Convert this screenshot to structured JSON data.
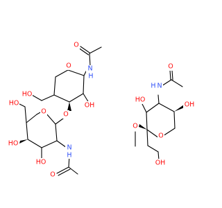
{
  "colors": {
    "O": "#ff0d0d",
    "N": "#3050f8",
    "C": "#000000"
  },
  "molecules": [
    {
      "name": "disaccharide",
      "labels": {
        "top_carbonyl_O": "O",
        "top_amide_N": "N",
        "top_amide_H": "H",
        "ring1_O": "O",
        "ring1_CH2OH": "HO",
        "ring1_OH": "OH",
        "glycosidic_O": "O",
        "ring2_O": "O",
        "ring2_CH2OH": "HO",
        "ring2_HO_left": "HO",
        "ring2_HO_bottom": "HO",
        "bottom_amide_N": "N",
        "bottom_amide_H": "H",
        "bottom_carbonyl_O": "O"
      }
    },
    {
      "name": "monosaccharide",
      "labels": {
        "carbonyl_O": "O",
        "amide_N": "N",
        "amide_H": "H",
        "HO_left": "HO",
        "OH_right": "OH",
        "methoxy_O": "O",
        "ring_O": "O",
        "CH2OH": "OH"
      }
    }
  ]
}
